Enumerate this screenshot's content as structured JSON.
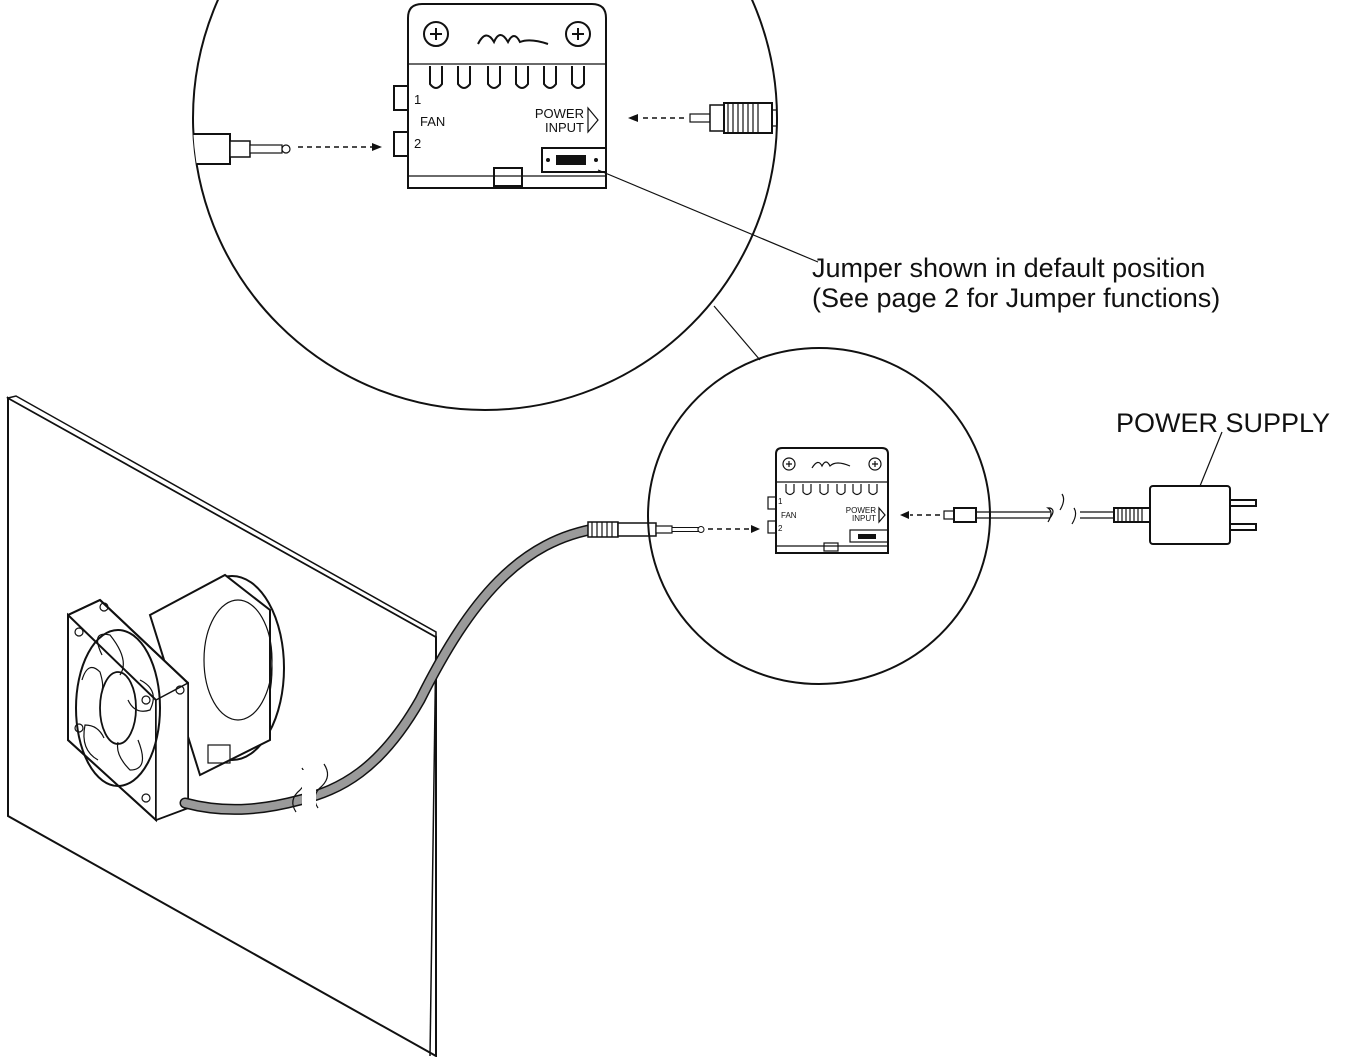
{
  "annotations": {
    "jumper_line1": "Jumper shown in default position",
    "jumper_line2": "(See page 2 for Jumper functions)",
    "power_supply": "POWER SUPPLY"
  },
  "module_labels": {
    "port1": "1",
    "port2": "2",
    "fan": "FAN",
    "power_line1": "POWER",
    "power_line2": "INPUT"
  },
  "colors": {
    "line": "#111111",
    "cable": "#9a9a9a",
    "background": "#ffffff"
  }
}
